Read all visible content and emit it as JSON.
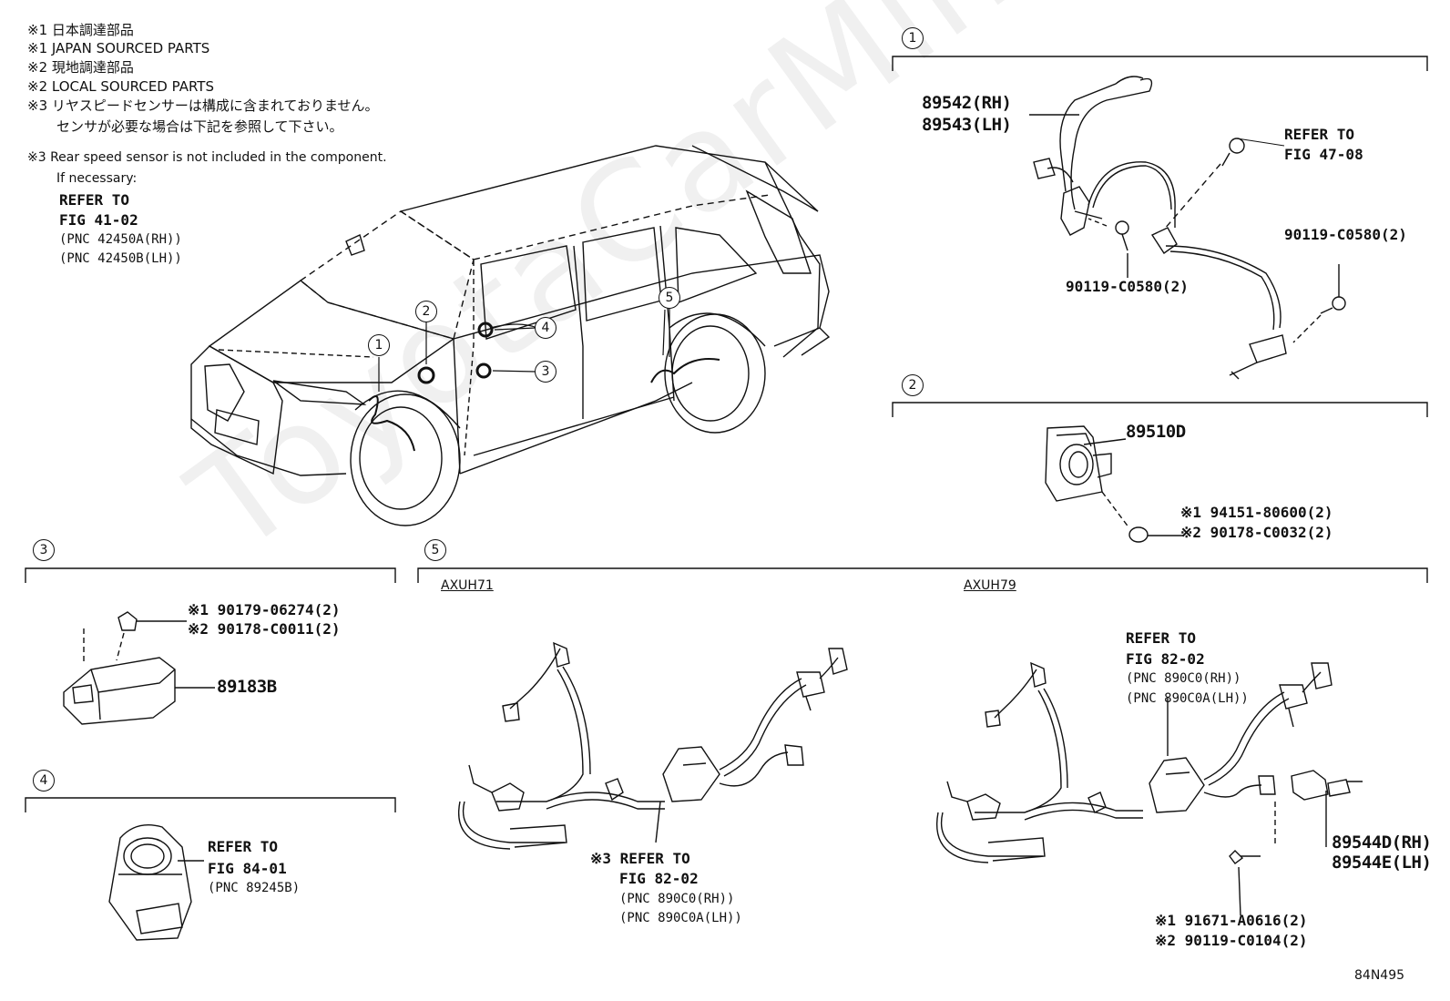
{
  "notes": {
    "n1_jp": "※1 日本調達部品",
    "n1_en": "※1 JAPAN SOURCED PARTS",
    "n2_jp": "※2 現地調達部品",
    "n2_en": "※2 LOCAL SOURCED PARTS",
    "n3_jp1": "※3 リヤスピードセンサーは構成に含まれておりません。",
    "n3_jp2": "センサが必要な場合は下記を参照して下さい。",
    "n3_en": "※3 Rear speed sensor is not included in the component.",
    "n3_if": "If necessary:",
    "refer_to": "REFER TO",
    "fig": "FIG 41-02",
    "pnc_rh": "(PNC 42450A(RH))",
    "pnc_lh": "(PNC 42450B(LH))"
  },
  "callouts": [
    "1",
    "2",
    "3",
    "4",
    "5"
  ],
  "section1": {
    "num": "1",
    "p_rh": "89542(RH)",
    "p_lh": "89543(LH)",
    "refer": "REFER TO",
    "fig": "FIG 47-08",
    "bolt_a": "90119-C0580(2)",
    "bolt_b": "90119-C0580(2)"
  },
  "section2": {
    "num": "2",
    "part": "89510D",
    "nut1": "※1 94151-80600(2)",
    "nut2": "※2 90178-C0032(2)"
  },
  "section3": {
    "num": "3",
    "nut1": "※1 90179-06274(2)",
    "nut2": "※2 90178-C0011(2)",
    "part": "89183B"
  },
  "section4": {
    "num": "4",
    "refer": "REFER TO",
    "fig": "FIG 84-01",
    "pnc": "(PNC 89245B)"
  },
  "section5": {
    "num": "5",
    "variant_a": "AXUH71",
    "variant_b": "AXUH79",
    "a_refer": "※3 REFER TO",
    "a_fig": "FIG 82-02",
    "a_pnc_rh": "(PNC 890C0(RH))",
    "a_pnc_lh": "(PNC 890C0A(LH))",
    "b_refer": "REFER TO",
    "b_fig": "FIG 82-02",
    "b_pnc_rh": "(PNC 890C0(RH))",
    "b_pnc_lh": "(PNC 890C0A(LH))",
    "p_rh": "89544D(RH)",
    "p_lh": "89544E(LH)",
    "bolt1": "※1 91671-A0616(2)",
    "bolt2": "※2 90119-C0104(2)"
  },
  "drawing_code": "84N495",
  "watermark": "ToyotaCarMine.ru"
}
